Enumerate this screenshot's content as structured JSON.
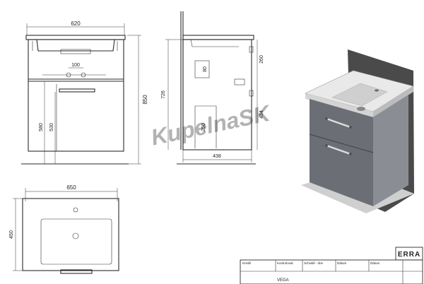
{
  "front_view": {
    "width_dim": "620",
    "height_dim": "850",
    "tap_spacing_dim": "100",
    "dim_580": "580",
    "dim_530": "530"
  },
  "side_view": {
    "height_dim": "726",
    "top_dim": "260",
    "mid_dim": "80",
    "drawer_dim": "454",
    "lower_dim": "250",
    "depth_dim": "438"
  },
  "top_view": {
    "width_dim": "650",
    "depth_dim": "450"
  },
  "watermark": "KupelnaSK",
  "title_block": {
    "logo": "ERRA",
    "labels": [
      "Kreslil",
      "Kontroloval",
      "Schválil - dne",
      "Dátum",
      "Dátum"
    ],
    "product": "VEGA"
  },
  "colors": {
    "basin": "#dcdcdc",
    "cabinet": "#6b6f75",
    "panel": "#4a4a4a",
    "floor": "#cfcfcf"
  }
}
